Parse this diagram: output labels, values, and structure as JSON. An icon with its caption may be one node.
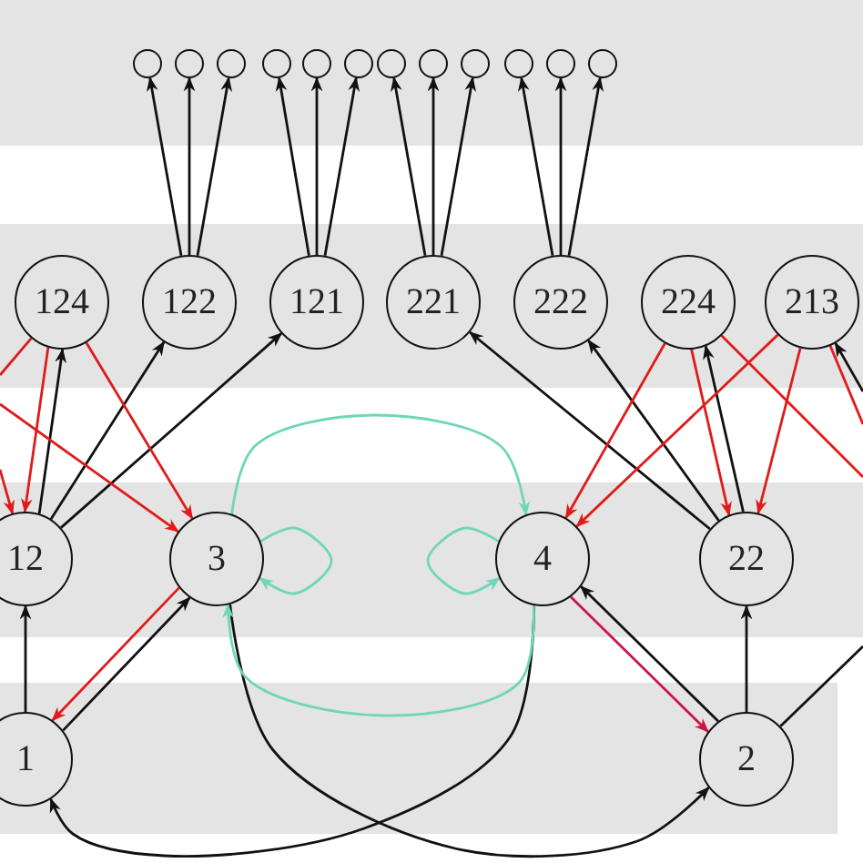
{
  "diagram": {
    "nodes": [
      {
        "text": [],
        "shape": "circle"
      },
      {
        "text": [],
        "shape": "circle"
      },
      {
        "text": [],
        "shape": "circle"
      },
      {
        "text": [],
        "shape": "circle"
      },
      {
        "text": [],
        "shape": "circle"
      },
      {
        "text": [],
        "shape": "circle"
      },
      {
        "text": [],
        "shape": "circle"
      },
      {
        "text": [],
        "shape": "circle"
      },
      {
        "text": [],
        "shape": "circle"
      },
      {
        "text": [],
        "shape": "circle"
      },
      {
        "text": [],
        "shape": "circle"
      },
      {
        "text": [],
        "shape": "circle"
      },
      {
        "text": [
          "124"
        ]
      },
      {
        "text": [
          "122"
        ]
      },
      {
        "text": [
          "121"
        ]
      },
      {
        "text": [
          "221"
        ]
      },
      {
        "text": [
          "222"
        ]
      },
      {
        "text": [
          "224"
        ]
      },
      {
        "text": [
          "213"
        ]
      },
      {
        "text": [
          "12"
        ]
      },
      {
        "text": [
          "3"
        ]
      },
      {
        "text": [
          "4"
        ]
      },
      {
        "text": [
          "22"
        ]
      },
      {
        "text": [
          "1"
        ]
      },
      {
        "text": [
          "2"
        ]
      }
    ],
    "edges": [
      {
        "from": 13,
        "to": 0,
        "arrow": "to"
      },
      {
        "from": 13,
        "to": 1,
        "arrow": "to"
      },
      {
        "from": 13,
        "to": 2,
        "arrow": "to"
      },
      {
        "from": 14,
        "to": 3,
        "arrow": "to"
      },
      {
        "from": 14,
        "to": 4,
        "arrow": "to"
      },
      {
        "from": 14,
        "to": 5,
        "arrow": "to"
      },
      {
        "from": 15,
        "to": 6,
        "arrow": "to"
      },
      {
        "from": 15,
        "to": 7,
        "arrow": "to"
      },
      {
        "from": 15,
        "to": 8,
        "arrow": "to"
      },
      {
        "from": 16,
        "to": 9,
        "arrow": "to"
      },
      {
        "from": 16,
        "to": 10,
        "arrow": "to"
      },
      {
        "from": 16,
        "to": 11,
        "arrow": "to"
      },
      {
        "from": 19,
        "to": 12,
        "arrow": "to"
      },
      {
        "from": 19,
        "to": 13,
        "arrow": "to"
      },
      {
        "from": 19,
        "to": 14,
        "arrow": "to"
      },
      {
        "from": 12,
        "to": 19,
        "arrow": "to",
        "color": "#e01b1b"
      },
      {
        "from": 12,
        "to": 20,
        "arrow": "to",
        "color": "#e01b1b"
      },
      {
        "from": null,
        "to": 20,
        "arrow": "to",
        "color": "#e01b1b"
      },
      {
        "from": 12,
        "to": null,
        "arrow": "none",
        "color": "#e01b1b"
      },
      {
        "from": null,
        "to": 19,
        "arrow": "to",
        "color": "#e01b1b"
      },
      {
        "from": 22,
        "to": 17,
        "arrow": "to"
      },
      {
        "from": 22,
        "to": 16,
        "arrow": "to"
      },
      {
        "from": 22,
        "to": 15,
        "arrow": "to"
      },
      {
        "from": 17,
        "to": 21,
        "arrow": "to",
        "color": "#e01b1b"
      },
      {
        "from": 18,
        "to": 21,
        "arrow": "to",
        "color": "#e01b1b"
      },
      {
        "from": 17,
        "to": 22,
        "arrow": "to",
        "color": "#e01b1b"
      },
      {
        "from": 18,
        "to": 22,
        "arrow": "to",
        "color": "#e01b1b"
      },
      {
        "from": 17,
        "to": null,
        "arrow": "none",
        "color": "#e01b1b"
      },
      {
        "from": 18,
        "to": null,
        "arrow": "none",
        "color": "#e01b1b"
      },
      {
        "from": null,
        "to": 18,
        "arrow": "to"
      },
      {
        "from": 23,
        "to": 19,
        "arrow": "to"
      },
      {
        "from": 23,
        "to": 20,
        "arrow": "to"
      },
      {
        "from": 20,
        "to": 23,
        "arrow": "to",
        "color": "#e01b1b"
      },
      {
        "from": 21,
        "to": 24,
        "arrow": "to",
        "color": "#cc1447"
      },
      {
        "from": 24,
        "to": 21,
        "arrow": "to"
      },
      {
        "from": 24,
        "to": 22,
        "arrow": "to"
      },
      {
        "from": 24,
        "to": null,
        "arrow": "none"
      },
      {
        "from": 20,
        "to": 24,
        "arrow": "to"
      },
      {
        "from": 21,
        "to": 23,
        "arrow": "to"
      },
      {
        "from": 20,
        "to": 21,
        "arrow": "to",
        "color": "#6fd6b8"
      },
      {
        "from": 21,
        "to": 20,
        "arrow": "to",
        "color": "#6fd6b8"
      },
      {
        "from": 20,
        "to": 20,
        "arrow": "to",
        "color": "#6fd6b8"
      },
      {
        "from": 21,
        "to": 21,
        "arrow": "to",
        "color": "#6fd6b8"
      }
    ]
  }
}
